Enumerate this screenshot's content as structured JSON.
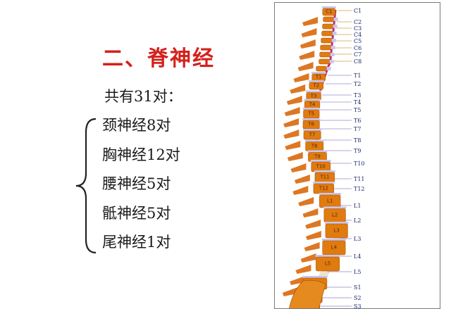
{
  "slide": {
    "title": "二、脊神经",
    "intro": "共有31对："
  },
  "nerves": [
    "颈神经8对",
    "胸神经12对",
    "腰神经5对",
    "骶神经5对",
    "尾神经1对"
  ],
  "figure": {
    "segment_labels": [
      "C1",
      "C2",
      "C3",
      "C4",
      "C5",
      "C6",
      "C7",
      "C8",
      "T1",
      "T2",
      "T3",
      "T4",
      "T5",
      "T6",
      "T7",
      "T8",
      "T9",
      "T10",
      "T11",
      "T12",
      "L1",
      "L2",
      "L3",
      "L4",
      "L5",
      "S1",
      "S2",
      "S3"
    ],
    "vertebra_labels": [
      "C1",
      "T1",
      "T2",
      "T3",
      "T4",
      "T5",
      "T6",
      "T7",
      "T8",
      "T9",
      "T10",
      "T11",
      "T12",
      "L1",
      "L2",
      "L3",
      "L4",
      "L5",
      "S1",
      "S2",
      "S3"
    ],
    "colors": {
      "vertebra": "#e07b10",
      "disc": "#c9c6ee",
      "cord": "#c0306a",
      "label": "#1a2a6c",
      "title": "#d4211c"
    }
  }
}
